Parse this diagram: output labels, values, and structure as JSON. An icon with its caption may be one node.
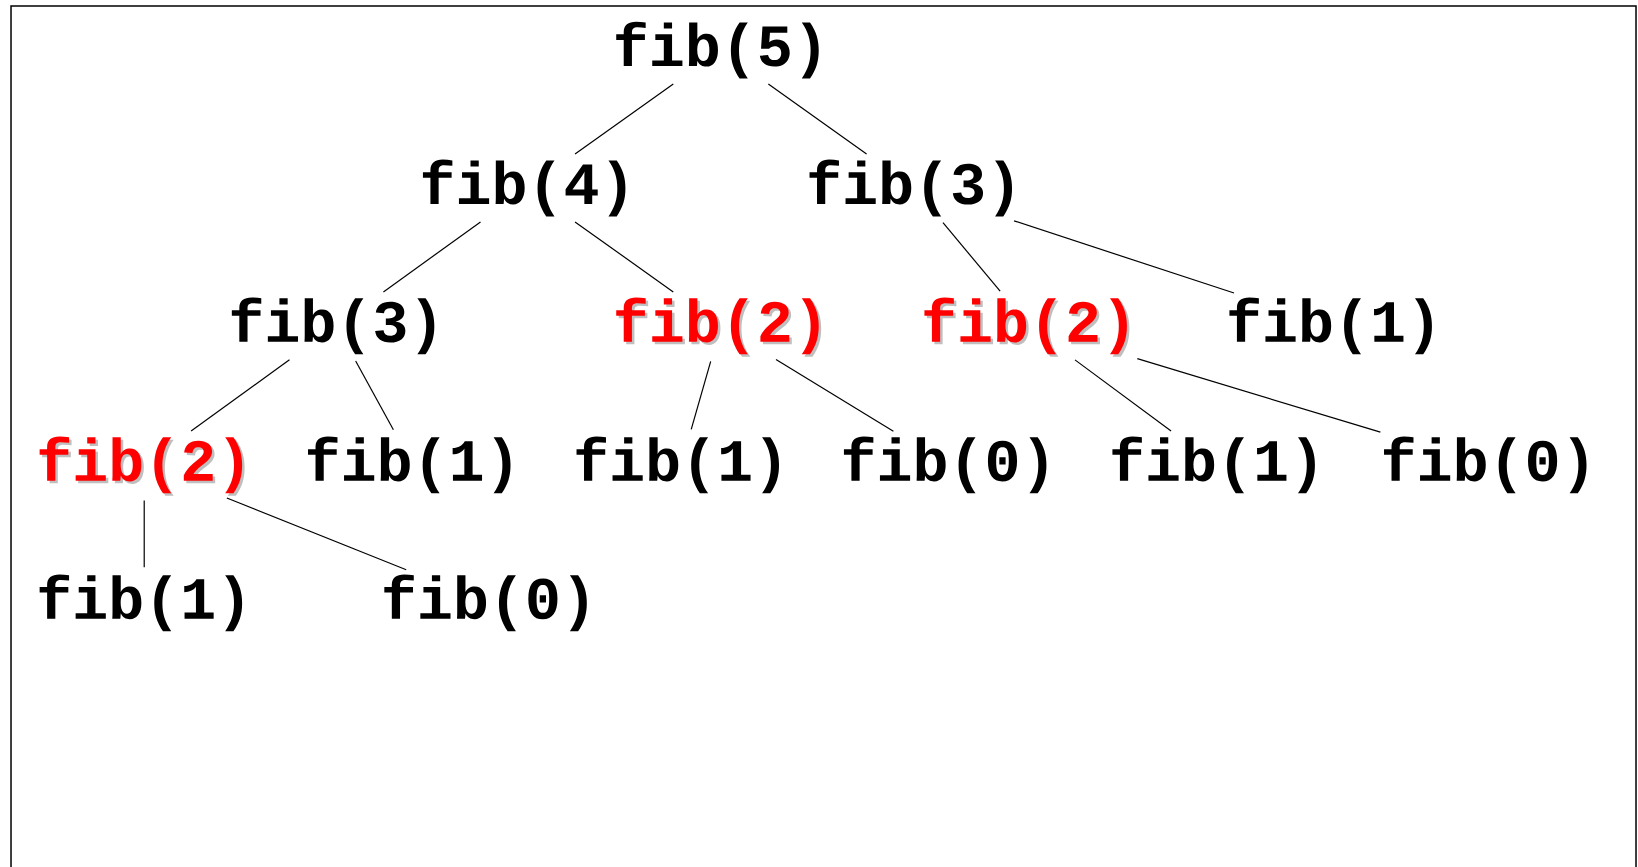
{
  "diagram": {
    "nodes": [
      {
        "text": [
          "fib(5)"
        ]
      },
      {
        "text": [
          "fib(4)"
        ]
      },
      {
        "text": [
          "fib(3)"
        ]
      },
      {
        "text": [
          "fib(3)"
        ]
      },
      {
        "text": [
          "fib(2)"
        ]
      },
      {
        "text": [
          "fib(2)"
        ]
      },
      {
        "text": [
          "fib(1)"
        ]
      },
      {
        "text": [
          "fib(2)"
        ]
      },
      {
        "text": [
          "fib(1)"
        ]
      },
      {
        "text": [
          "fib(1)"
        ]
      },
      {
        "text": [
          "fib(0)"
        ]
      },
      {
        "text": [
          "fib(1)"
        ]
      },
      {
        "text": [
          "fib(0)"
        ]
      },
      {
        "text": [
          "fib(1)"
        ]
      },
      {
        "text": [
          "fib(0)"
        ]
      }
    ],
    "edges": [
      {
        "from": 0,
        "to": 1,
        "arrow": "none"
      },
      {
        "from": 0,
        "to": 2,
        "arrow": "none"
      },
      {
        "from": 1,
        "to": 3,
        "arrow": "none"
      },
      {
        "from": 1,
        "to": 4,
        "arrow": "none"
      },
      {
        "from": 2,
        "to": 5,
        "arrow": "none"
      },
      {
        "from": 2,
        "to": 6,
        "arrow": "none"
      },
      {
        "from": 3,
        "to": 7,
        "arrow": "none"
      },
      {
        "from": 3,
        "to": 8,
        "arrow": "none"
      },
      {
        "from": 4,
        "to": 9,
        "arrow": "none"
      },
      {
        "from": 4,
        "to": 10,
        "arrow": "none"
      },
      {
        "from": 5,
        "to": 11,
        "arrow": "none"
      },
      {
        "from": 5,
        "to": 12,
        "arrow": "none"
      },
      {
        "from": 7,
        "to": 13,
        "arrow": "none"
      },
      {
        "from": 7,
        "to": 14,
        "arrow": "none"
      }
    ]
  }
}
